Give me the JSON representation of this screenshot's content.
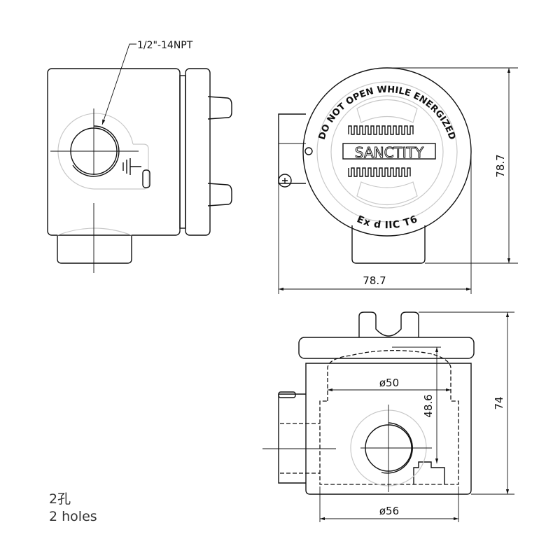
{
  "callouts": {
    "thread": "1/2\"-14NPT"
  },
  "front_view": {
    "warning": "DO NOT OPEN WHILE ENERGIZED",
    "brand": "SANCTITY",
    "rating": "Ex d IIC T6",
    "width_dim": "78.7",
    "height_dim": "78.7"
  },
  "bottom_view": {
    "inner_diameter": "ø50",
    "outer_diameter": "ø56",
    "depth_dim": "48.6",
    "height_dim": "74"
  },
  "notes": {
    "line1": "2孔",
    "line2": "2 holes"
  }
}
